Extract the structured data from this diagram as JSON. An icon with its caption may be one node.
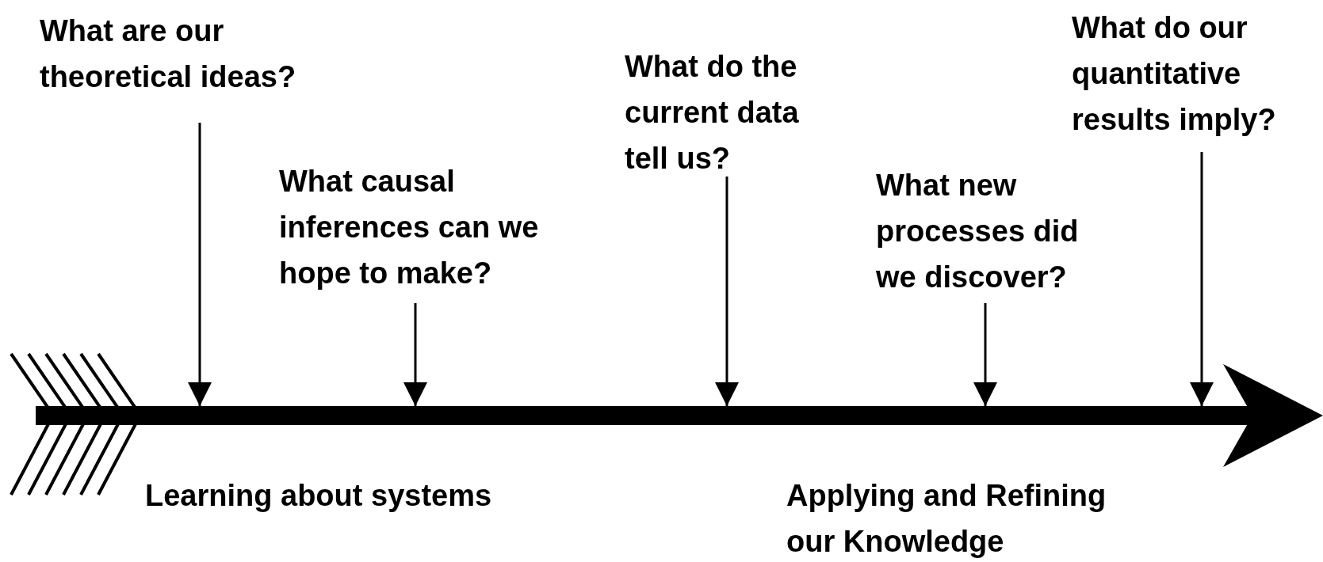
{
  "diagram": {
    "nodes": [
      {
        "text": [
          "What are our theoretical ideas?"
        ]
      },
      {
        "text": [
          "What causal inferences can we hope to make?"
        ]
      },
      {
        "text": [
          "What do the current data tell us?"
        ]
      },
      {
        "text": [
          "What new processes did we discover?"
        ]
      },
      {
        "text": [
          "What do our quantitative results imply?"
        ]
      },
      {
        "text": [],
        "shape": "arrow"
      }
    ],
    "edges": [
      {
        "from": 0,
        "to": 5,
        "arrow": "to"
      },
      {
        "from": 1,
        "to": 5,
        "arrow": "to"
      },
      {
        "from": 2,
        "to": 5,
        "arrow": "to"
      },
      {
        "from": 3,
        "to": 5,
        "arrow": "to"
      },
      {
        "from": 4,
        "to": 5,
        "arrow": "to"
      }
    ],
    "labels": [
      "Learning about systems",
      "Applying and Refining our Knowledge"
    ]
  }
}
